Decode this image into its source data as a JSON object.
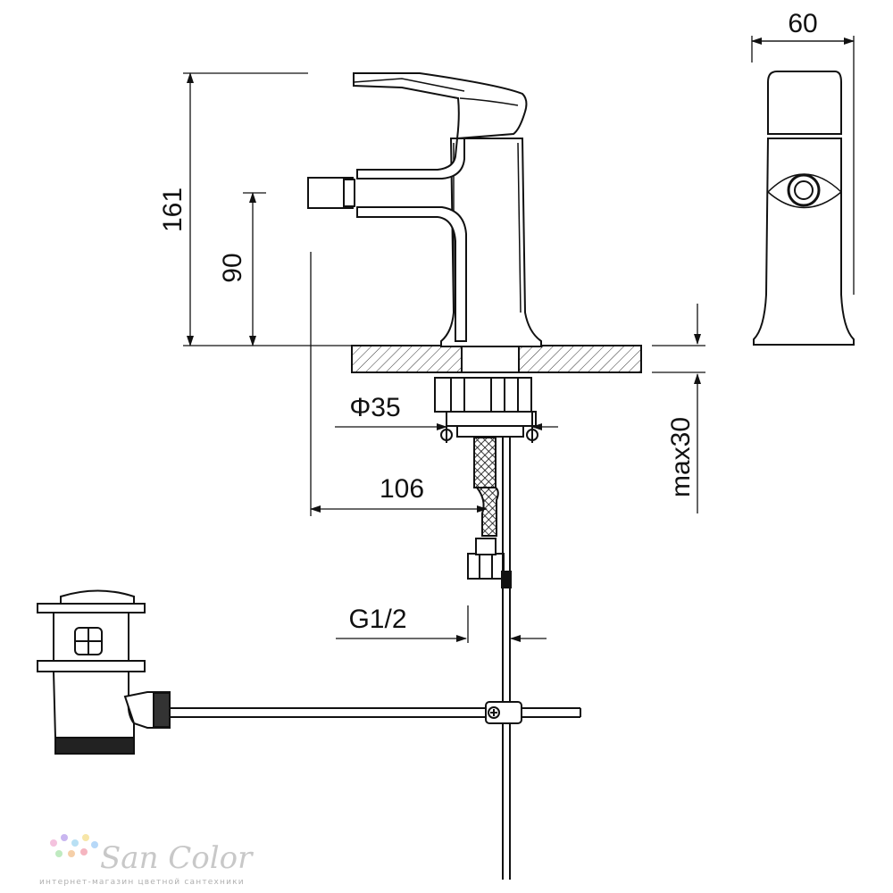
{
  "dimensions": {
    "width_top": "60",
    "height_total": "161",
    "height_spout": "90",
    "hole_diameter": "Φ35",
    "reach": "106",
    "thread": "G1/2",
    "counter_thickness": "max30"
  },
  "logo": {
    "brand": "San Color",
    "tagline": "интернет-магазин цветной сантехники"
  },
  "colors": {
    "line": "#111111",
    "logo": "#c8c8c8"
  }
}
